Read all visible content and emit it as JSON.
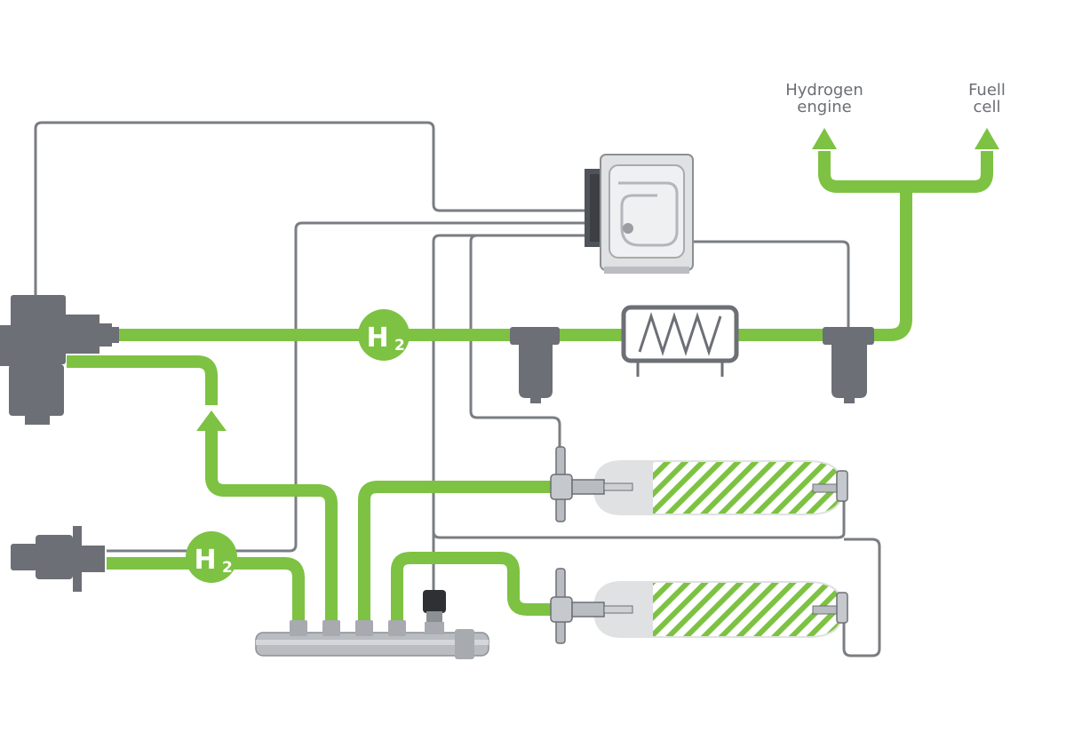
{
  "labels": {
    "hydrogen_engine": [
      "Hydrogen",
      "engine"
    ],
    "fuel_cell": [
      "Fuell",
      "cell"
    ],
    "h2_symbol": "H",
    "h2_subscript": "2"
  },
  "colors": {
    "h2_flow": "#7dc242",
    "signal_line": "#7a7d82",
    "component": "#6c6f75",
    "metal": "#b9bcc0",
    "label_text": "#6b6e73",
    "background": "#ffffff"
  },
  "icons": {
    "ecu": "control-unit-icon",
    "pressure_regulator": "pressure-regulator-icon",
    "filter": "filter-icon",
    "heat_exchanger": "heat-exchanger-icon",
    "tank": "hydrogen-tank-icon",
    "tank_valve": "tank-valve-icon",
    "refuel_receptacle": "refueling-receptacle-icon",
    "rail": "distribution-rail-icon",
    "pressure_sensor": "pressure-sensor-icon"
  }
}
